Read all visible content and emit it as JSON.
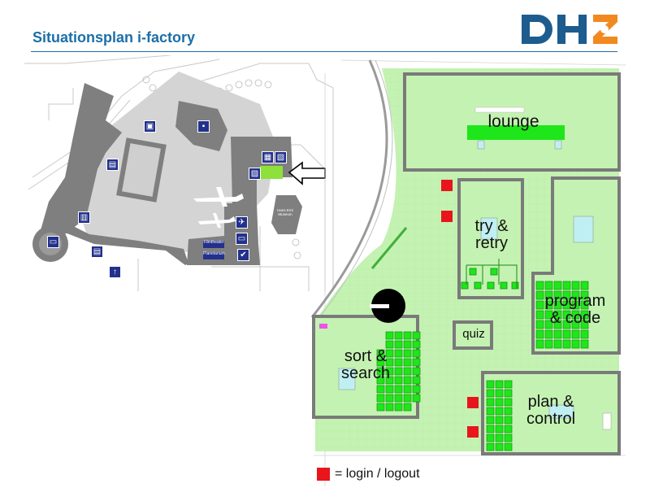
{
  "header": {
    "title": "Situationsplan  i-factory",
    "logo_text": "DHZ",
    "logo_colors": {
      "blue": "#1d5c8e",
      "orange": "#f2891f"
    }
  },
  "site_map": {
    "arrow_icon": "hollow-arrow-left-icon",
    "highlight_color": "#8ee03a",
    "buildings": {
      "museum_label": "Hans Erni Museum",
      "dome_label": "Planetarium",
      "cinema_label": "Filmtheater"
    },
    "icons": [
      "transport-icon",
      "rail-icon",
      "bus-icon",
      "car-icon",
      "cable-car-icon",
      "ship-icon",
      "plane-icon",
      "space-icon",
      "monitor-icon",
      "check-icon",
      "entrance-up-icon"
    ]
  },
  "floor_plan": {
    "rooms": {
      "lounge": "lounge",
      "try_retry": "try &\nretry",
      "program_code": "program\n& code",
      "quiz": "quiz",
      "sort_search": "sort &\nsearch",
      "plan_control": "plan &\ncontrol"
    },
    "colors": {
      "floor": "#c4f2b2",
      "active": "#1ee61a",
      "wall": "#7a7a7a",
      "login": "#e8161c"
    }
  },
  "legend": {
    "text": "= login / logout"
  }
}
